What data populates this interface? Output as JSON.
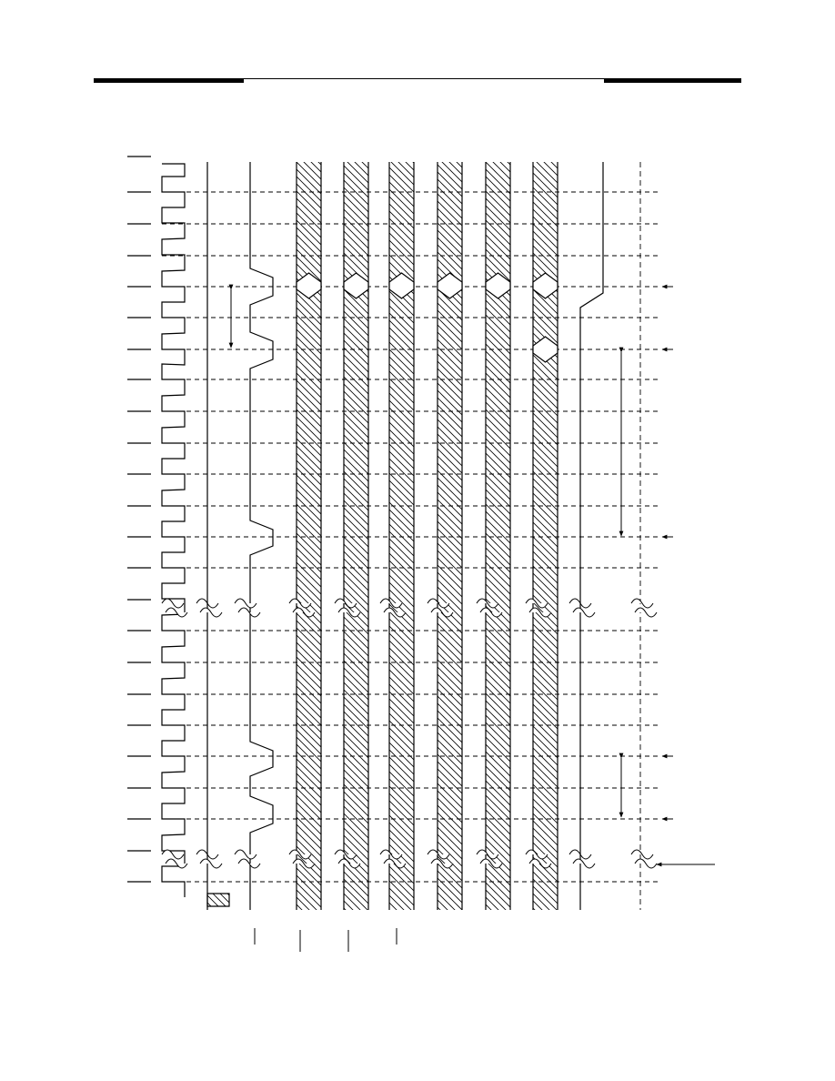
{
  "header": {
    "rule_color": "#000000"
  },
  "diagram": {
    "kind": "timing-diagram",
    "clock_cycles": 23,
    "break_after_cycle": [
      14,
      22
    ],
    "data_lanes": 8,
    "stroke_color": "#000000",
    "hatch_color": "#000000",
    "background": "#ffffff"
  }
}
